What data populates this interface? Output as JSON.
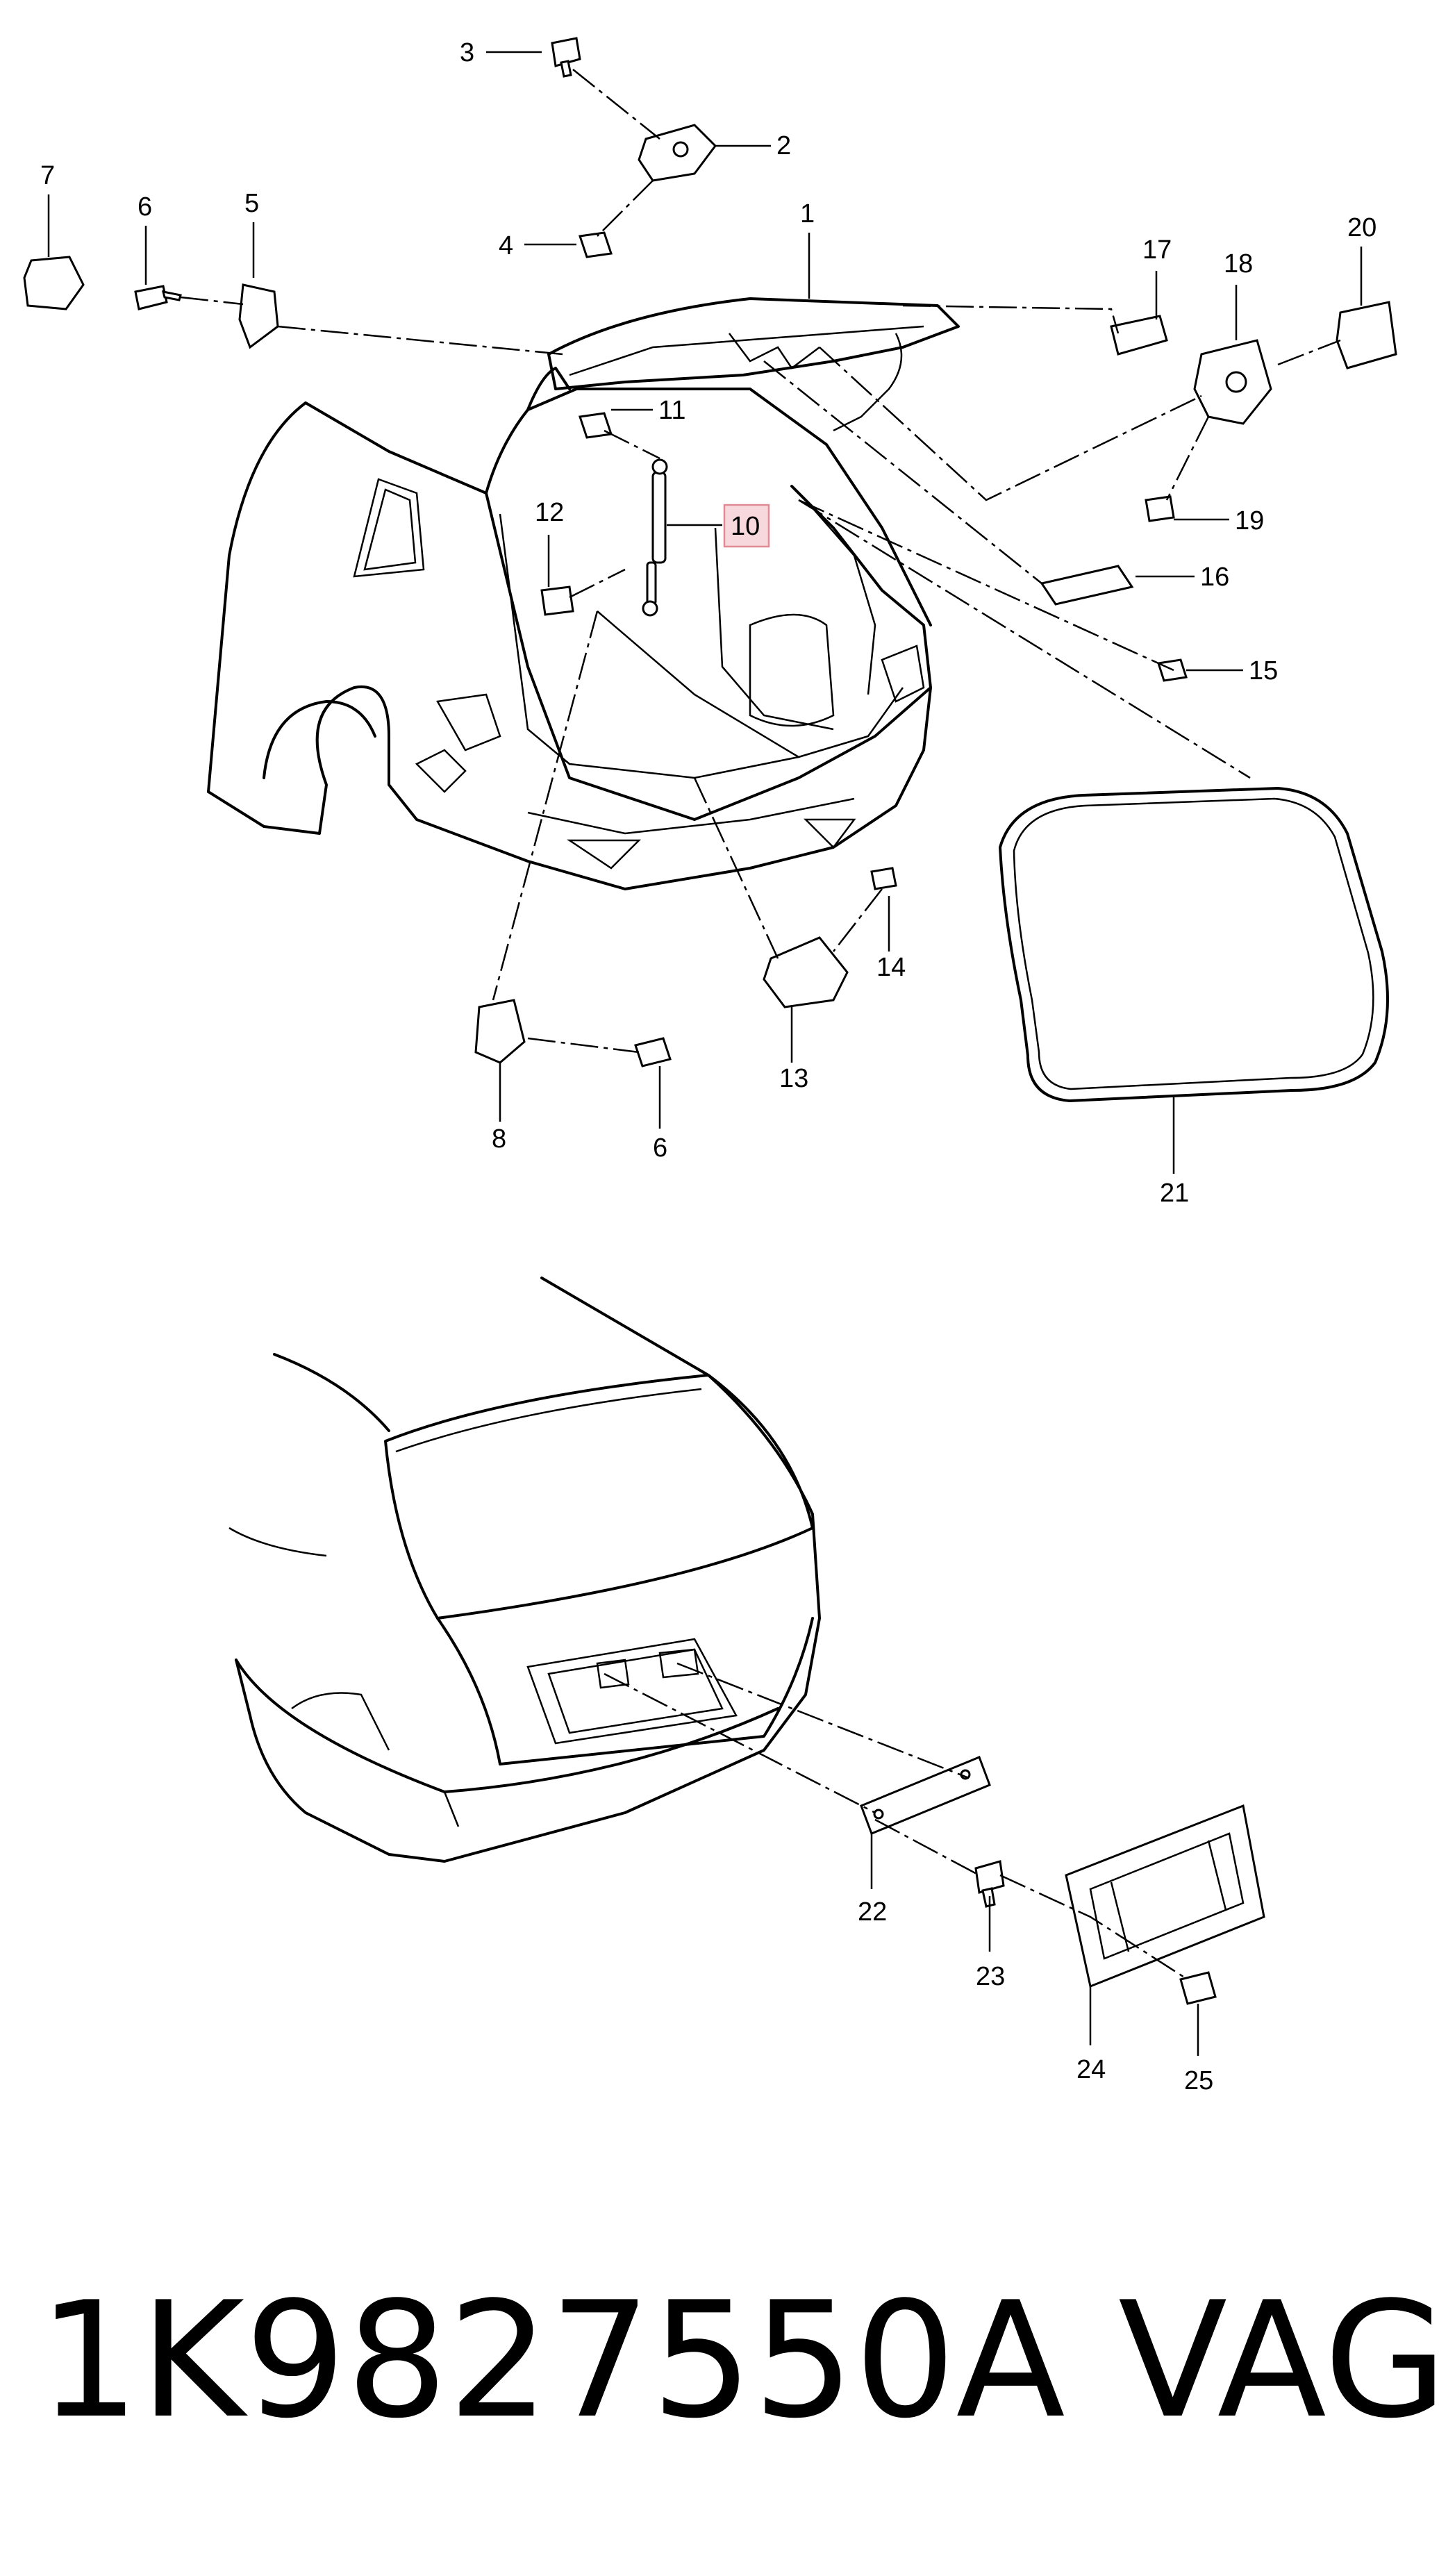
{
  "callouts": {
    "c1": "1",
    "c2": "2",
    "c3": "3",
    "c4": "4",
    "c5": "5",
    "c6a": "6",
    "c6b": "6",
    "c7": "7",
    "c8": "8",
    "c10": "10",
    "c11": "11",
    "c12": "12",
    "c13": "13",
    "c14": "14",
    "c15": "15",
    "c16": "16",
    "c17": "17",
    "c18": "18",
    "c19": "19",
    "c20": "20",
    "c21": "21",
    "c22": "22",
    "c23": "23",
    "c24": "24",
    "c25": "25"
  },
  "highlighted_callout": "10",
  "footer": {
    "part_number": "1K9827550A",
    "brand": "VAG"
  }
}
